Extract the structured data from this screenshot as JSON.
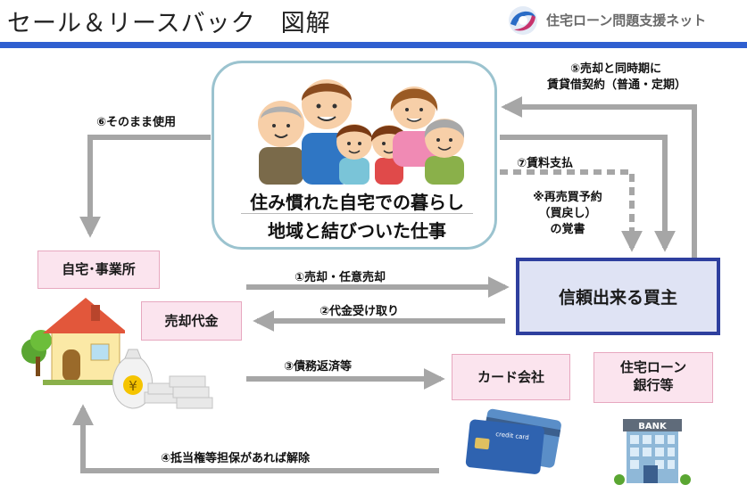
{
  "header": {
    "title": "セール＆リースバック　図解",
    "logo_text": "住宅ローン問題支援ネット"
  },
  "family_box": {
    "line1": "住み慣れた自宅での暮らし",
    "line2": "地域と結びついた仕事"
  },
  "nodes": {
    "home_office": "自宅･事業所",
    "sale_proceeds": "売却代金",
    "trusted_buyer": "信頼出来る買主",
    "card_company": "カード会社",
    "mortgage_bank_line1": "住宅ローン",
    "mortgage_bank_line2": "銀行等"
  },
  "arrows": {
    "step1": "①売却・任意売却",
    "step2": "②代金受け取り",
    "step3": "③債務返済等",
    "step4": "④抵当権等担保があれば解除",
    "step5_line1": "⑤売却と同時期に",
    "step5_line2": "賃貸借契約（普通・定期）",
    "step6": "⑥そのまま使用",
    "step7": "⑦賃料支払",
    "note_line1": "※再売買予約",
    "note_line2": "（買戻し）",
    "note_line3": "の覚書"
  },
  "illustrations": {
    "card_text": "credit card",
    "bank_sign": "BANK",
    "yen_symbol": "¥"
  },
  "colors": {
    "header_rule": "#2f5fd0",
    "arrow_gray": "#a6a6a6",
    "pink_box": "#fbe4ee",
    "buyer_border": "#2e3f9e",
    "buyer_fill": "#dfe3f4",
    "family_border": "#9bc3cf"
  }
}
